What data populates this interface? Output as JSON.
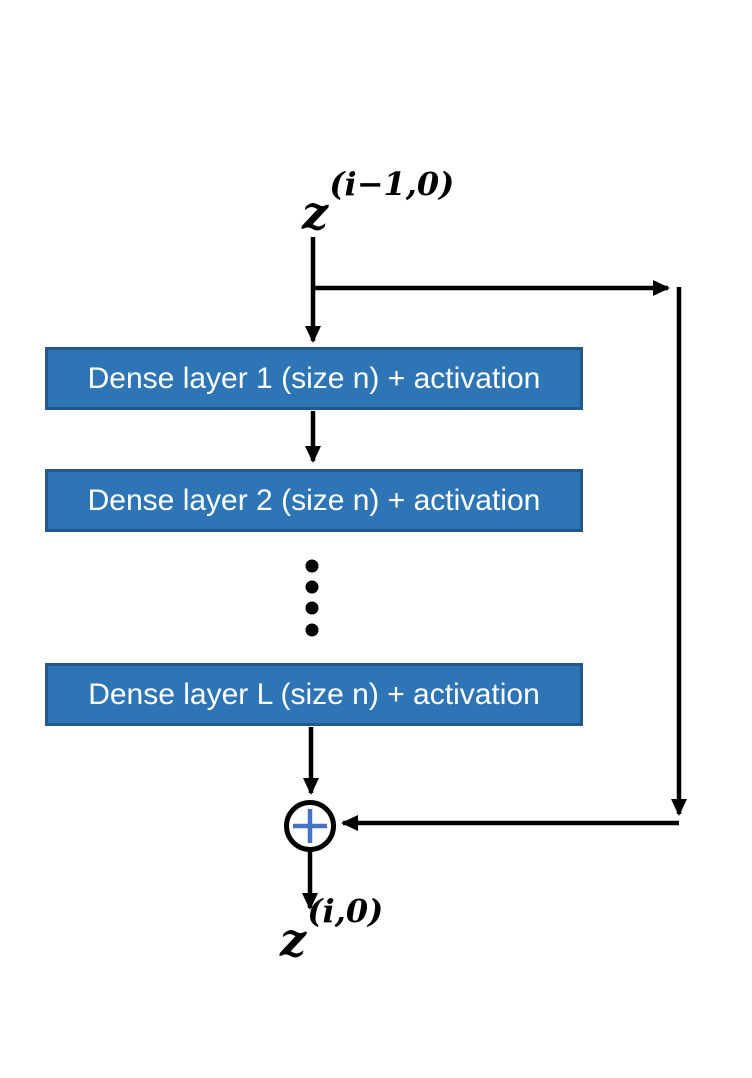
{
  "diagram": {
    "title": "residual-dense-block",
    "input_label": {
      "base": "z",
      "superscript": "(i−1,0)"
    },
    "output_label": {
      "base": "z",
      "superscript": "(i,0)"
    },
    "layers": [
      {
        "label": "Dense layer 1 (size n) + activation"
      },
      {
        "label": "Dense layer 2 (size n) + activation"
      },
      {
        "label": "Dense layer L (size n) + activation"
      }
    ],
    "ellipsis": {
      "dot_count": 4
    },
    "sum_node": {
      "symbol": "+"
    }
  },
  "colors": {
    "background": "#FFFFFF",
    "box_fill": "#2E75B6",
    "box_border": "#24578B",
    "box_text": "#FFFFFF",
    "line": "#000000",
    "plus": "#4472C4"
  }
}
